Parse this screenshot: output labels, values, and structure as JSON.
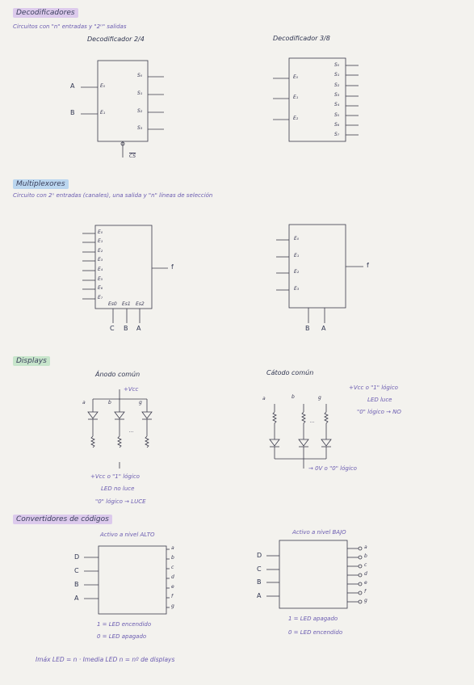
{
  "sections": {
    "decoders": {
      "title": "Decodificadores",
      "subtitle": "Circuitos con \"n\" entradas y \"2ⁿ\" salidas",
      "d24": {
        "title": "Decodificador 2/4",
        "inputs": [
          "E₀",
          "E₁"
        ],
        "input_labels": [
          "A",
          "B"
        ],
        "outputs": [
          "S₀",
          "S₁",
          "S₂",
          "S₃"
        ],
        "enable": "CS"
      },
      "d38": {
        "title": "Decodificador 3/8",
        "inputs": [
          "E₀",
          "E₁",
          "E₂"
        ],
        "outputs": [
          "S₀",
          "S₁",
          "S₂",
          "S₃",
          "S₄",
          "S₅",
          "S₆",
          "S₇"
        ]
      }
    },
    "multiplexers": {
      "title": "Multiplexores",
      "subtitle": "Circuito con 2ⁿ entradas (canales), una salida y \"n\" líneas de selección",
      "m8": {
        "inputs": [
          "E₀",
          "E₁",
          "E₂",
          "E₃",
          "E₄",
          "E₅",
          "E₆",
          "E₇"
        ],
        "selects": [
          "Es0",
          "Es1",
          "Es2"
        ],
        "select_labels": [
          "C",
          "B",
          "A"
        ],
        "output": "f"
      },
      "m4": {
        "inputs": [
          "E₀",
          "E₁",
          "E₂",
          "E₃"
        ],
        "select_labels": [
          "B",
          "A"
        ],
        "output": "f"
      }
    },
    "displays": {
      "title": "Displays",
      "anode": {
        "title": "Ánodo común",
        "vcc": "+Vcc",
        "segments": [
          "a",
          "b",
          "g"
        ],
        "dots": "...",
        "notes": [
          "+Vcc o \"1\" lógico",
          "LED no luce",
          "\"0\" lógico → LUCE"
        ]
      },
      "cathode": {
        "title": "Cátodo común",
        "segments": [
          "a",
          "b",
          "g"
        ],
        "dots": "...",
        "ground": "→ 0V o \"0\" lógico",
        "notes": [
          "+Vcc o \"1\" lógico",
          "LED luce",
          "\"0\" lógico → NO"
        ]
      }
    },
    "converters": {
      "title": "Convertidores de códigos",
      "high": {
        "title": "Activo a nivel ALTO",
        "inputs": [
          "D",
          "C",
          "B",
          "A"
        ],
        "outputs": [
          "a",
          "b",
          "c",
          "d",
          "e",
          "f",
          "g"
        ],
        "notes": [
          "1 = LED encendido",
          "0 = LED apagado"
        ]
      },
      "low": {
        "title": "Activo a nivel BAJO",
        "inputs": [
          "D",
          "C",
          "B",
          "A"
        ],
        "outputs": [
          "a",
          "b",
          "c",
          "d",
          "e",
          "f",
          "g"
        ],
        "notes": [
          "1 = LED apagado",
          "0 = LED encendido"
        ]
      },
      "formula": "Imáx LED = n · Imedia LED    n = nº de displays"
    }
  }
}
